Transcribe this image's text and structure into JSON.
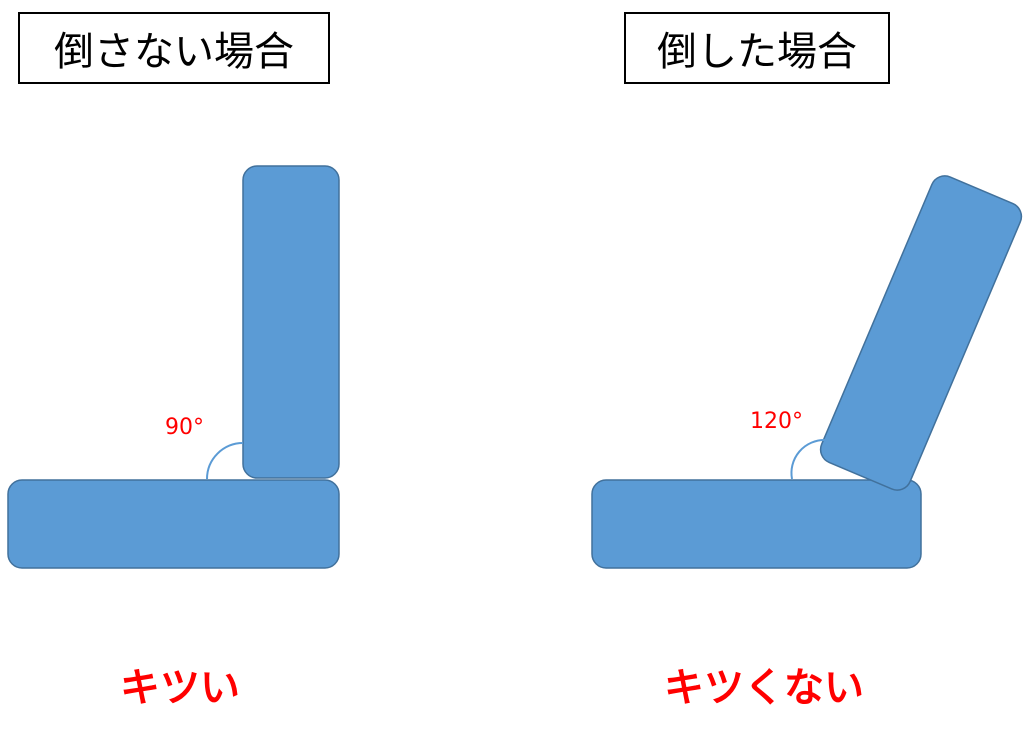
{
  "left": {
    "title": "倒さない場合",
    "angle_label": "90°",
    "caption": "キツい"
  },
  "right": {
    "title": "倒した場合",
    "angle_label": "120°",
    "caption": "キツくない"
  },
  "colors": {
    "block_fill": "#5b9bd5",
    "block_stroke": "#41719c",
    "arc_stroke": "#5b9bd5",
    "label_red": "#ff0000"
  }
}
